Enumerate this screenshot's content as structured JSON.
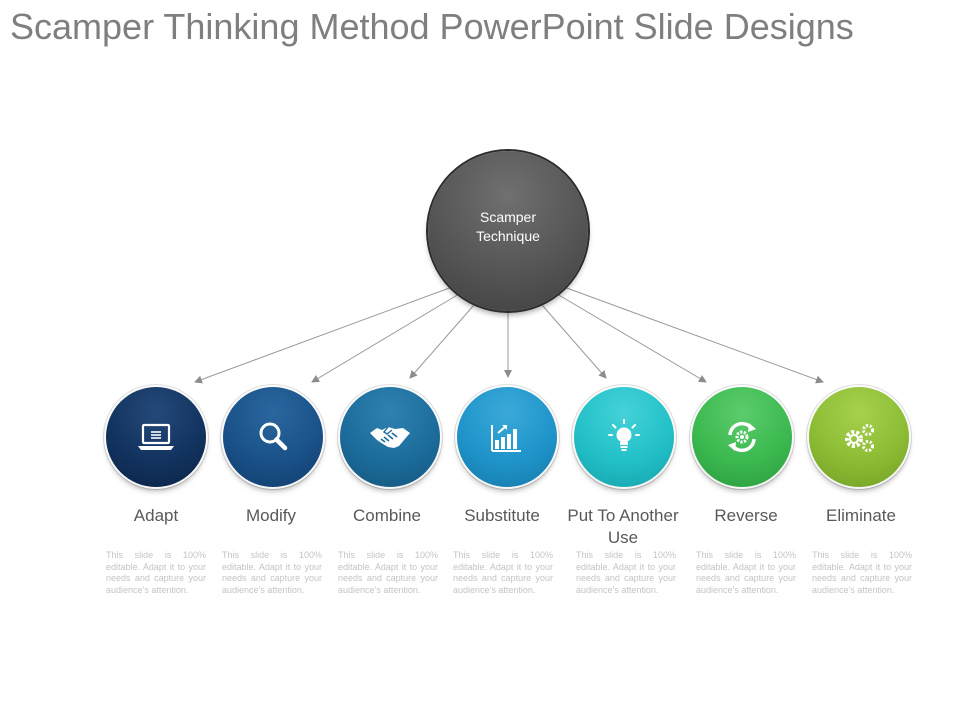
{
  "title": "Scamper Thinking Method PowerPoint Slide Designs",
  "center": {
    "label": "Scamper Technique"
  },
  "items": [
    {
      "label": "Adapt",
      "icon": "laptop-icon",
      "color": "#0f2d55",
      "description": "This slide is 100% editable. Adapt it to your needs and capture your audience’s attention."
    },
    {
      "label": "Modify",
      "icon": "magnifier-icon",
      "color": "#174e86",
      "description": "This slide is 100% editable. Adapt it to your needs and capture your audience’s attention."
    },
    {
      "label": "Combine",
      "icon": "handshake-icon",
      "color": "#1b6b9a",
      "description": "This slide is 100% editable. Adapt it to your needs and capture your audience’s attention."
    },
    {
      "label": "Substitute",
      "icon": "bar-chart-icon",
      "color": "#1e93c9",
      "description": "This slide is 100% editable. Adapt it to your needs and capture your audience’s attention."
    },
    {
      "label": "Put To Another Use",
      "icon": "lightbulb-icon",
      "color": "#21c0c8",
      "description": "This slide is 100% editable. Adapt it to your needs and capture your audience’s attention."
    },
    {
      "label": "Reverse",
      "icon": "refresh-gear-icon",
      "color": "#39b84e",
      "description": "This slide is 100% editable. Adapt it to your needs and capture your audience’s attention."
    },
    {
      "label": "Eliminate",
      "icon": "gears-icon",
      "color": "#8cbc34",
      "description": "This slide is 100% editable. Adapt it to your needs and capture your audience’s attention."
    }
  ]
}
